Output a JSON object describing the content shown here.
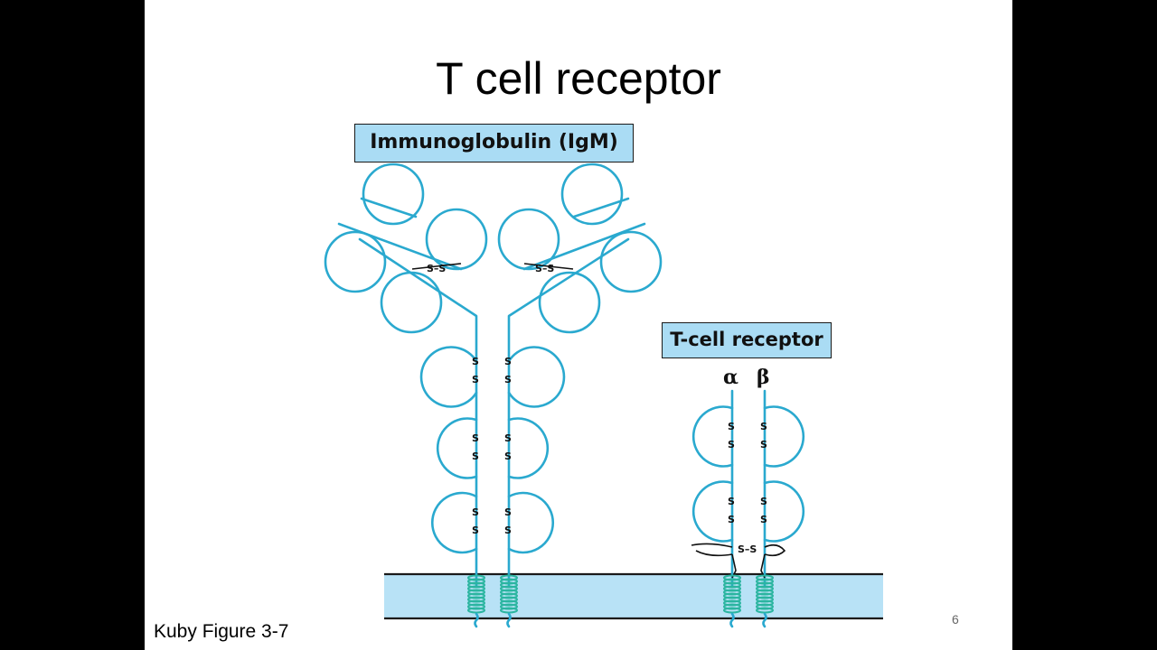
{
  "slide": {
    "title": "T cell receptor",
    "igm_label": "Immunoglobulin (IgM)",
    "tcr_label": "T-cell receptor",
    "alpha": "α",
    "beta": "β",
    "disulfide": "S–S",
    "s": "S",
    "caption": "Kuby Figure 3-7",
    "slide_number": "6"
  },
  "colors": {
    "chain": "#2aa9cf",
    "membrane": "#b8e2f6",
    "label_box": "#aadcf4",
    "coil": "#2bb5a0"
  }
}
